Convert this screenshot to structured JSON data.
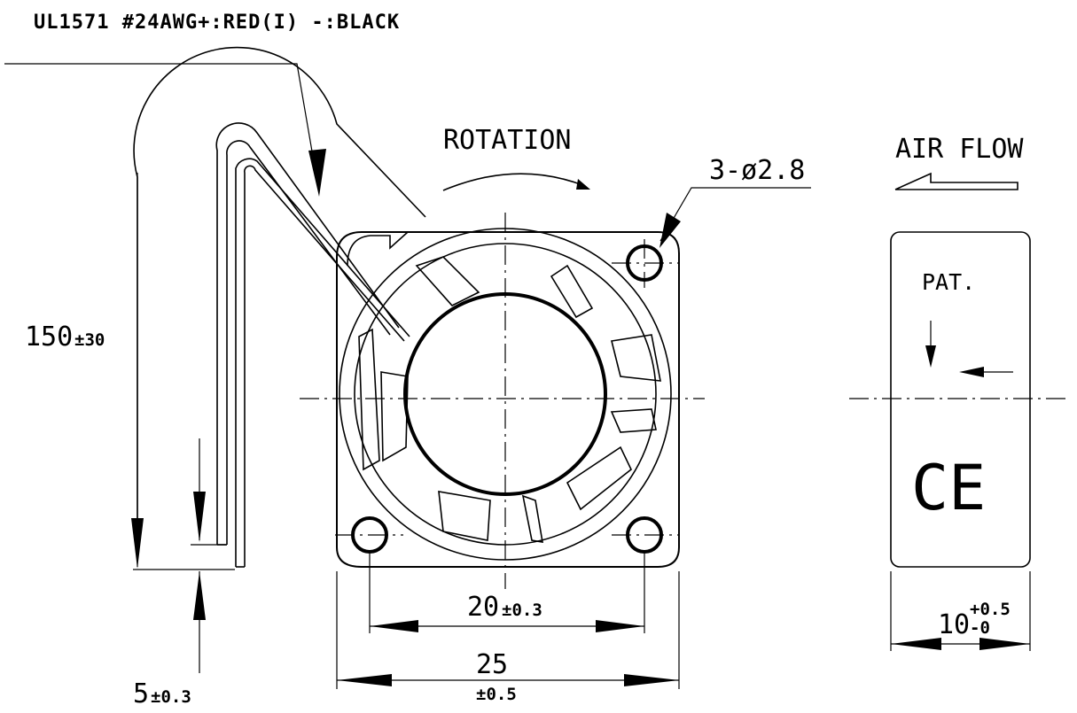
{
  "wire_spec": "UL1571 #24AWG+:RED(I) -:BLACK",
  "rotation_label": "ROTATION",
  "airflow_label": "AIR FLOW",
  "hole_callout": "3-ø2.8",
  "patent_label": "PAT.",
  "ce_mark": "CE",
  "dimensions": {
    "wire_length": {
      "value": "150",
      "tol": "±30"
    },
    "wire_strip": {
      "value": "5",
      "tol": "±0.3"
    },
    "hole_pitch": {
      "value": "20",
      "tol": "±0.3"
    },
    "frame_width": {
      "value": "25",
      "tol": "±0.5"
    },
    "frame_depth": {
      "value": "10",
      "tol_plus": "+0.5",
      "tol_minus": "-0"
    }
  }
}
